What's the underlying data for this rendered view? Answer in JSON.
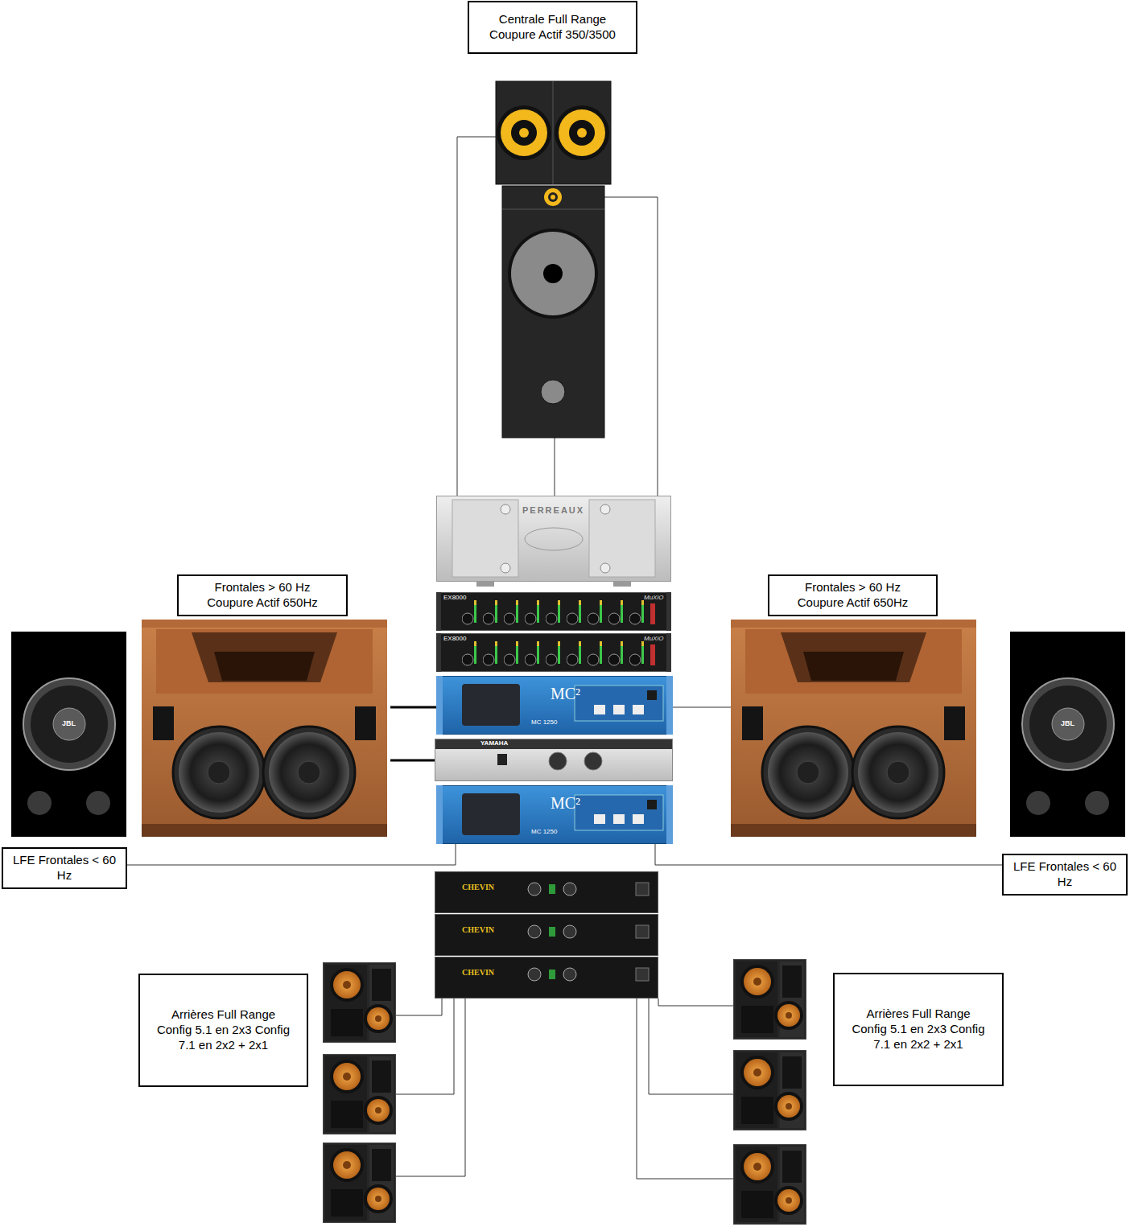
{
  "diagram": {
    "nodes": [
      {
        "text": [
          "Centrale Full Range Coupure Actif 350/3500"
        ]
      },
      {
        "text": [
          "Frontales > 60 Hz Coupure Actif 650Hz"
        ]
      },
      {
        "text": [
          "Frontales > 60 Hz Coupure Actif 650Hz"
        ]
      },
      {
        "text": [
          "LFE Frontales < 60 Hz"
        ]
      },
      {
        "text": [
          "LFE Frontales < 60 Hz"
        ]
      },
      {
        "text": [
          "Arrières Full Range Config 5.1 en 2x3 Config 7.1 en 2x2 + 2x1"
        ]
      },
      {
        "text": [
          "Arrières Full Range Config 5.1 en 2x3 Config 7.1 en 2x2 + 2x1"
        ]
      }
    ],
    "labels": [
      "PERREAUX",
      "EX8000",
      "MuXiO",
      "EX8000",
      "MuXiO",
      "MC²",
      "MC 1250",
      "YAMAHA",
      "MC²",
      "MC 1250",
      "CHEVIN",
      "CHEVIN",
      "CHEVIN",
      "JBL",
      "JBL"
    ]
  }
}
